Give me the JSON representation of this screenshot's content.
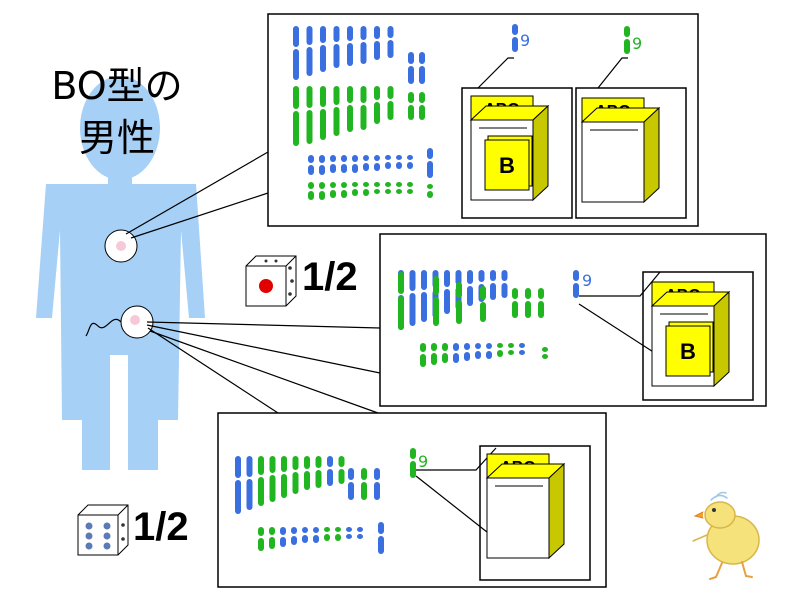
{
  "title": {
    "line1": "BO型の",
    "line2": "男性"
  },
  "panels": [
    {
      "id": "panel-father-cell",
      "chromosome_label": "9",
      "chromosome_label_2": "9",
      "allele_boxes": [
        {
          "label": "ABO",
          "content": "B"
        },
        {
          "label": "ABO",
          "content": ""
        }
      ]
    },
    {
      "id": "panel-sperm-b",
      "chromosome_label": "9",
      "allele_boxes": [
        {
          "label": "ABO",
          "content": "B"
        }
      ]
    },
    {
      "id": "panel-sperm-o",
      "chromosome_label": "9",
      "allele_boxes": [
        {
          "label": "ABO",
          "content": ""
        }
      ]
    }
  ],
  "probabilities": [
    {
      "value": "1/2",
      "die": "one-pip"
    },
    {
      "value": "1/2",
      "die": "six-pips"
    }
  ],
  "colors": {
    "body": "#a6d0f5",
    "chromosome_blue": "#3a6fe0",
    "chromosome_green": "#22b522",
    "gene_box": "#ffff00",
    "gene_box_side": "#c8c800",
    "cell_highlight": "#f7c9d8",
    "die_pip_red": "#e00000",
    "die_pip_blue": "#5a7ab8"
  },
  "icons": [
    "human-body-silhouette",
    "chick-illustration"
  ]
}
